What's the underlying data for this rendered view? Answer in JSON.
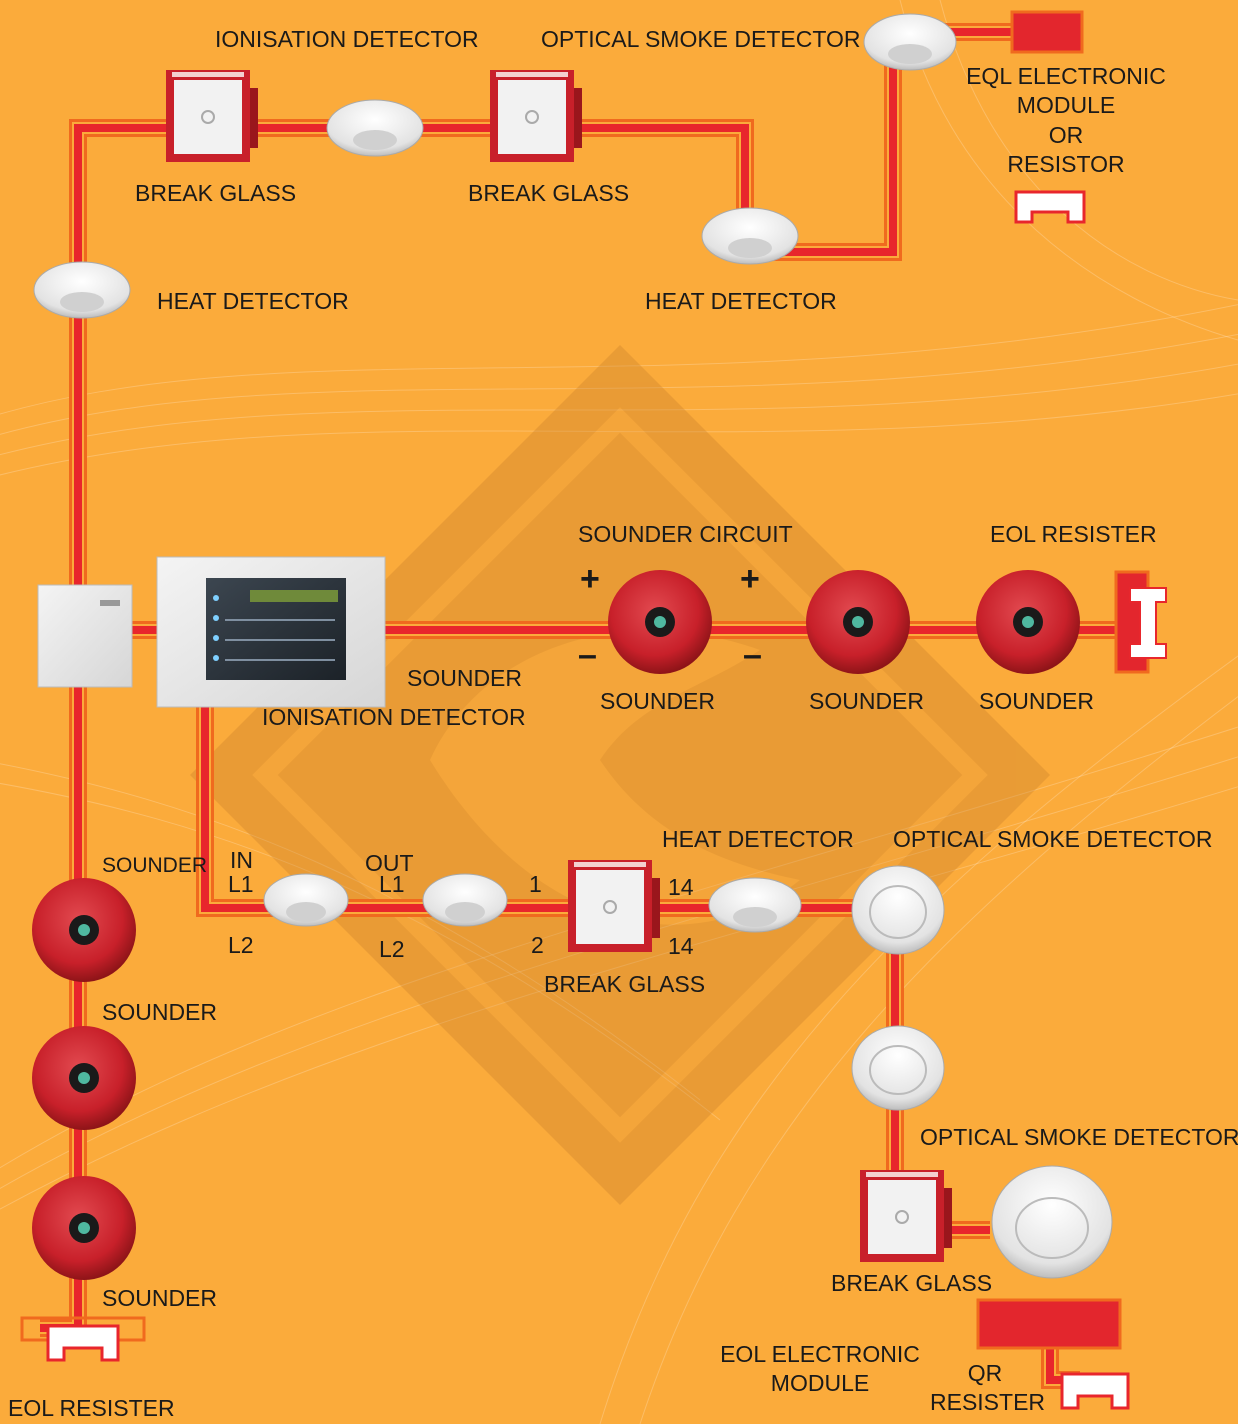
{
  "colors": {
    "background": "#fbab3b",
    "wire_red": "#e8262c",
    "wire_outline": "#f06a1e",
    "device_white": "#ececec",
    "sounder_red": "#c8202a",
    "module_red": "#e3262d"
  },
  "labels": {
    "ionisation_detector_top": "IONISATION DETECTOR",
    "optical_smoke_detector_top": "OPTICAL SMOKE DETECTOR",
    "eql_module_line1": "EQL ELECTRONIC",
    "eql_module_line2": "MODULE",
    "eql_module_line3": "OR",
    "eql_module_line4": "RESISTOR",
    "break_glass_1": "BREAK GLASS",
    "break_glass_2": "BREAK GLASS",
    "heat_detector_left": "HEAT  DETECTOR",
    "heat_detector_right": "HEAT  DETECTOR",
    "sounder_circuit": "SOUNDER CIRCUIT",
    "eol_resister_right": "EOL RESISTER",
    "plus_1": "+",
    "plus_2": "+",
    "minus_1": "–",
    "minus_2": "–",
    "sounder_panel": "SOUNDER",
    "ionisation_detector_mid": "IONISATION DETECTOR",
    "sounder_1": "SOUNDER",
    "sounder_2": "SOUNDER",
    "sounder_3": "SOUNDER",
    "sounder_left_top": "SOUNDER",
    "sounder_left_mid": "SOUNDER",
    "sounder_left_bot": "SOUNDER",
    "eol_resister_left": "EOL RESISTER",
    "in": "IN",
    "in_l1": "L1",
    "in_l2": "L2",
    "out": "OUT",
    "out_l1": "L1",
    "out_l2": "L2",
    "term_1": "1",
    "term_2": "2",
    "term_14a": "14",
    "term_14b": "14",
    "heat_detector_bottom": "HEAT DETECTOR",
    "optical_smoke_detector_bottom": "OPTICAL SMOKE DETECTOR",
    "break_glass_bottom": "BREAK GLASS",
    "optical_smoke_detector_right": "OPTICAL SMOKE DETECTOR",
    "break_glass_right": "BREAK GLASS",
    "eol_module_line1": "EOL ELECTRONIC",
    "eol_module_line2": "MODULE",
    "qr": "QR",
    "resister_bottom": "RESISTER"
  }
}
